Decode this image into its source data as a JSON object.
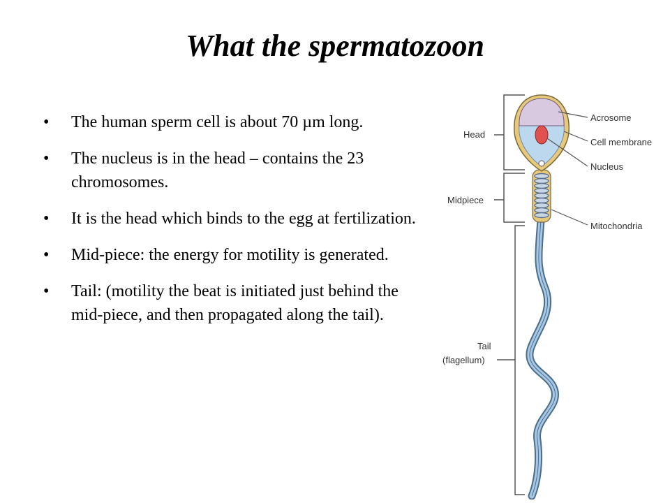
{
  "slide": {
    "title": "What the spermatozoon",
    "bullets": [
      {
        "marker": "•",
        "text": "The human sperm cell is about 70 µm long."
      },
      {
        "marker": "•",
        "text": "The nucleus is in the head – contains the 23 chromosomes."
      },
      {
        "marker": "•",
        "text": "It is the head which binds to the egg at fertilization."
      },
      {
        "marker": "•",
        "text": "Mid-piece: the energy for motility is generated."
      },
      {
        "marker": "•",
        "text": "Tail: (motility the beat is initiated just behind the mid-piece, and then propagated along the tail)."
      }
    ]
  },
  "diagram": {
    "left_labels": {
      "head": "Head",
      "midpiece": "Midpiece",
      "tail_line1": "Tail",
      "tail_line2": "(flagellum)"
    },
    "right_labels": {
      "acrosome": "Acrosome",
      "cell_membrane": "Cell membrane",
      "nucleus": "Nucleus",
      "mitochondria": "Mitochondria"
    },
    "colors": {
      "acrosome": "#d8c8e0",
      "head_body": "#bcd8ee",
      "membrane": "#e8c87a",
      "nucleus": "#e0524f",
      "tail": "#a8c8e4",
      "leader": "#555555"
    }
  }
}
